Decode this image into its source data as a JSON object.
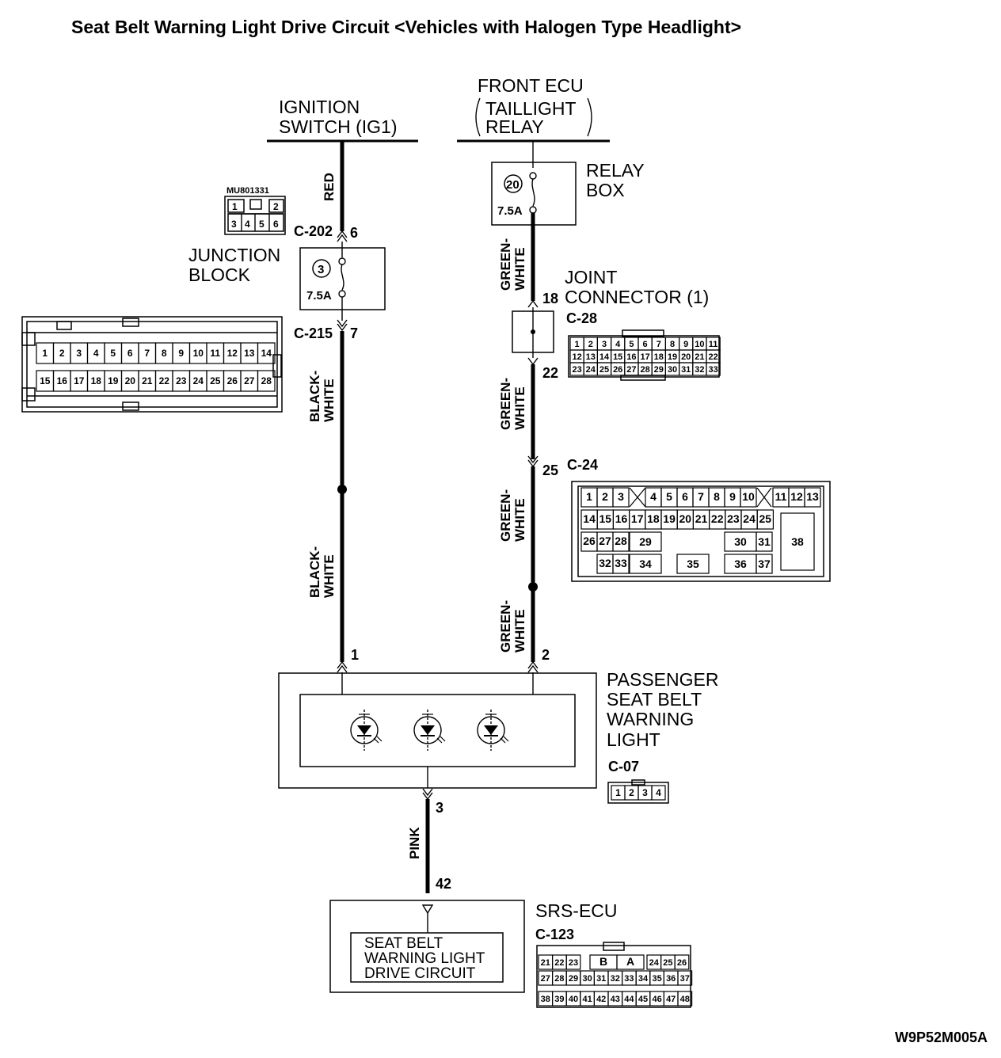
{
  "title": "Seat Belt Warning Light Drive Circuit <Vehicles with Halogen Type Headlight>",
  "drawing_code": "W9P52M005A",
  "ignition_switch": {
    "line1": "IGNITION",
    "line2": "SWITCH (IG1)"
  },
  "front_ecu": {
    "line1": "FRONT ECU",
    "line2": "TAILLIGHT",
    "line3": "RELAY"
  },
  "relay_box": {
    "line1": "RELAY",
    "line2": "BOX",
    "fuse_number": "20",
    "fuse_rating": "7.5A"
  },
  "junction_block": {
    "line1": "JUNCTION",
    "line2": "BLOCK",
    "fuse_number": "3",
    "fuse_rating": "7.5A",
    "part_code": "MU801331",
    "upper_connector": "C-202",
    "upper_pin": "6",
    "lower_connector": "C-215",
    "lower_pin": "7",
    "small_pins_top": [
      "1",
      "2"
    ],
    "small_pins_bottom": [
      "3",
      "4",
      "5",
      "6"
    ],
    "c215_row1": [
      "1",
      "2",
      "3",
      "4",
      "5",
      "6",
      "7",
      "8",
      "9",
      "10",
      "11",
      "12",
      "13",
      "14"
    ],
    "c215_row2": [
      "15",
      "16",
      "17",
      "18",
      "19",
      "20",
      "21",
      "22",
      "23",
      "24",
      "25",
      "26",
      "27",
      "28"
    ]
  },
  "joint_connector": {
    "line1": "JOINT",
    "line2": "CONNECTOR (1)",
    "connector": "C-28",
    "pin_in": "18",
    "pin_out": "22",
    "row1": [
      "1",
      "2",
      "3",
      "4",
      "5",
      "6",
      "7",
      "8",
      "9",
      "10",
      "11"
    ],
    "row2": [
      "12",
      "13",
      "14",
      "15",
      "16",
      "17",
      "18",
      "19",
      "20",
      "21",
      "22"
    ],
    "row3": [
      "23",
      "24",
      "25",
      "26",
      "27",
      "28",
      "29",
      "30",
      "31",
      "32",
      "33"
    ]
  },
  "c24": {
    "connector": "C-24",
    "pin": "25",
    "row1a": [
      "1",
      "2",
      "3"
    ],
    "row1b": [
      "4",
      "5",
      "6",
      "7",
      "8",
      "9",
      "10"
    ],
    "row1c": [
      "11",
      "12",
      "13"
    ],
    "row2": [
      "14",
      "15",
      "16",
      "17",
      "18",
      "19",
      "20",
      "21",
      "22",
      "23",
      "24",
      "25"
    ],
    "row3": [
      "26",
      "27",
      "28",
      "29",
      "30",
      "31"
    ],
    "row4": [
      "32",
      "33",
      "34",
      "35",
      "36",
      "37"
    ],
    "big": "38"
  },
  "wires": {
    "left_top": "RED",
    "left_mid1": [
      "BLACK-",
      "WHITE"
    ],
    "left_mid2": [
      "BLACK-",
      "WHITE"
    ],
    "right_1": [
      "GREEN-",
      "WHITE"
    ],
    "right_2": [
      "GREEN-",
      "WHITE"
    ],
    "right_3": [
      "GREEN-",
      "WHITE"
    ],
    "right_4": [
      "GREEN-",
      "WHITE"
    ],
    "bottom": "PINK"
  },
  "warning_light": {
    "line1": "PASSENGER",
    "line2": "SEAT BELT",
    "line3": "WARNING",
    "line4": "LIGHT",
    "connector": "C-07",
    "pin_left": "1",
    "pin_right": "2",
    "pin_bottom": "3",
    "c07_pins": [
      "1",
      "2",
      "3",
      "4"
    ]
  },
  "srs_ecu": {
    "label": "SRS-ECU",
    "connector": "C-123",
    "pin": "42",
    "circuit_line1": "SEAT BELT",
    "circuit_line2": "WARNING LIGHT",
    "circuit_line3": "DRIVE CIRCUIT",
    "row1_left": [
      "21",
      "22",
      "23"
    ],
    "row1_mid": [
      "B",
      "A"
    ],
    "row1_right": [
      "24",
      "25",
      "26"
    ],
    "row2": [
      "27",
      "28",
      "29",
      "30",
      "31",
      "32",
      "33",
      "34",
      "35",
      "36",
      "37"
    ],
    "row3": [
      "38",
      "39",
      "40",
      "41",
      "42",
      "43",
      "44",
      "45",
      "46",
      "47",
      "48"
    ]
  }
}
